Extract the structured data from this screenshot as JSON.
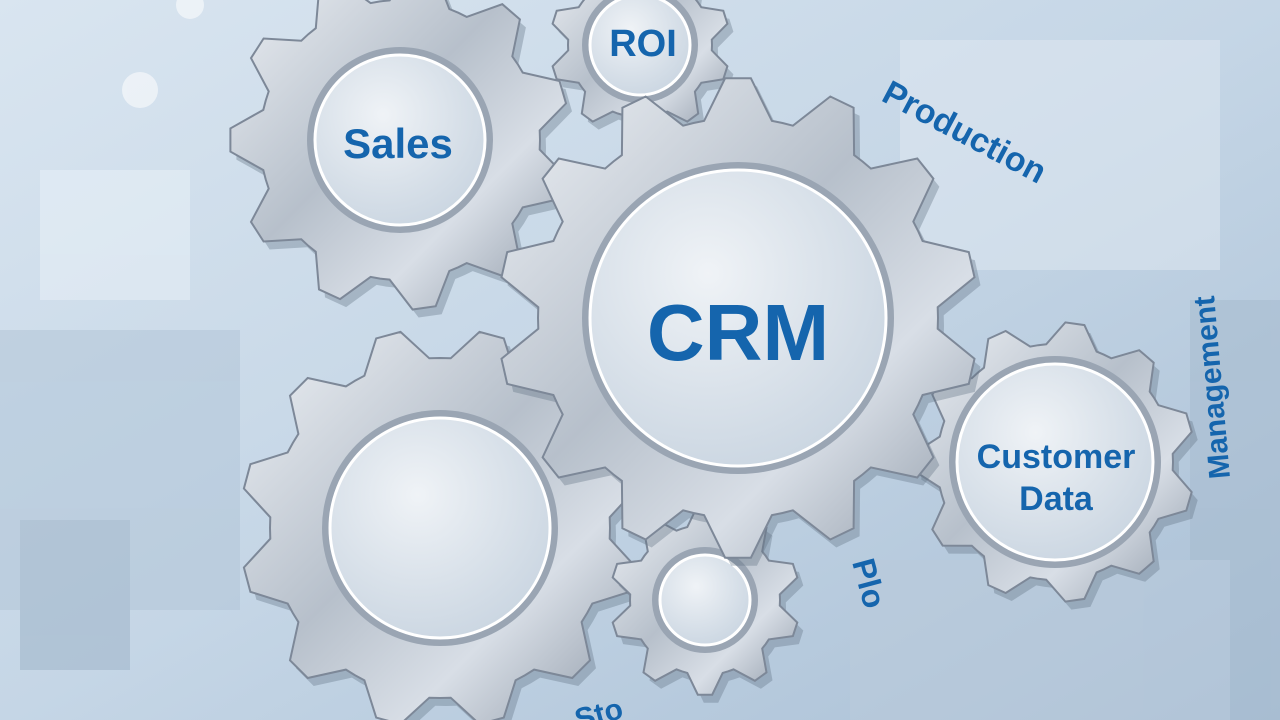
{
  "colors": {
    "accent_text": "#1565ad",
    "gear_metal": "#c4ccd6",
    "background": "#c9d9e8"
  },
  "gears": {
    "sales": {
      "label": "Sales"
    },
    "roi": {
      "label": "ROI"
    },
    "crm": {
      "label": "CRM"
    },
    "customer_data": {
      "label_line1": "Customer",
      "label_line2": "Data"
    },
    "large_blank": {
      "label": ""
    },
    "small_blank": {
      "label": ""
    }
  },
  "floating_words": {
    "production": "Production",
    "management_partial": "Management",
    "planning_partial": "Plo",
    "bottom_partial": "Sto"
  }
}
